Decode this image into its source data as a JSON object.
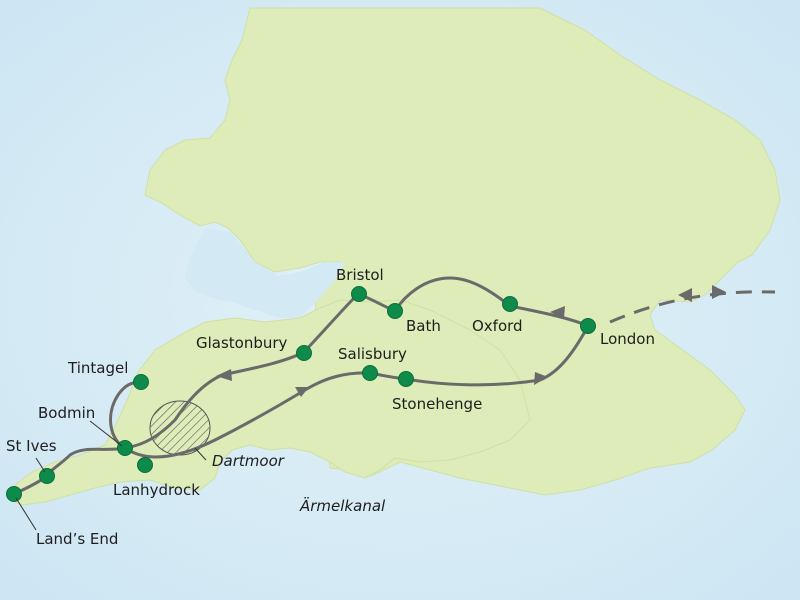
{
  "map": {
    "colors": {
      "sea": "#d6ecf6",
      "land": "#ddecb8",
      "marker": "#0e8a4a",
      "route": "#6a6a6a"
    },
    "places": {
      "bristol": "Bristol",
      "bath": "Bath",
      "oxford": "Oxford",
      "london": "London",
      "glastonbury": "Glastonbury",
      "salisbury": "Salisbury",
      "stonehenge": "Stonehenge",
      "tintagel": "Tintagel",
      "bodmin": "Bodmin",
      "st_ives": "St Ives",
      "lanhydrock": "Lanhydrock",
      "lands_end": "Land’s End"
    },
    "areas": {
      "dartmoor": "Dartmoor"
    },
    "waters": {
      "channel": "Ärmelkanal"
    }
  }
}
